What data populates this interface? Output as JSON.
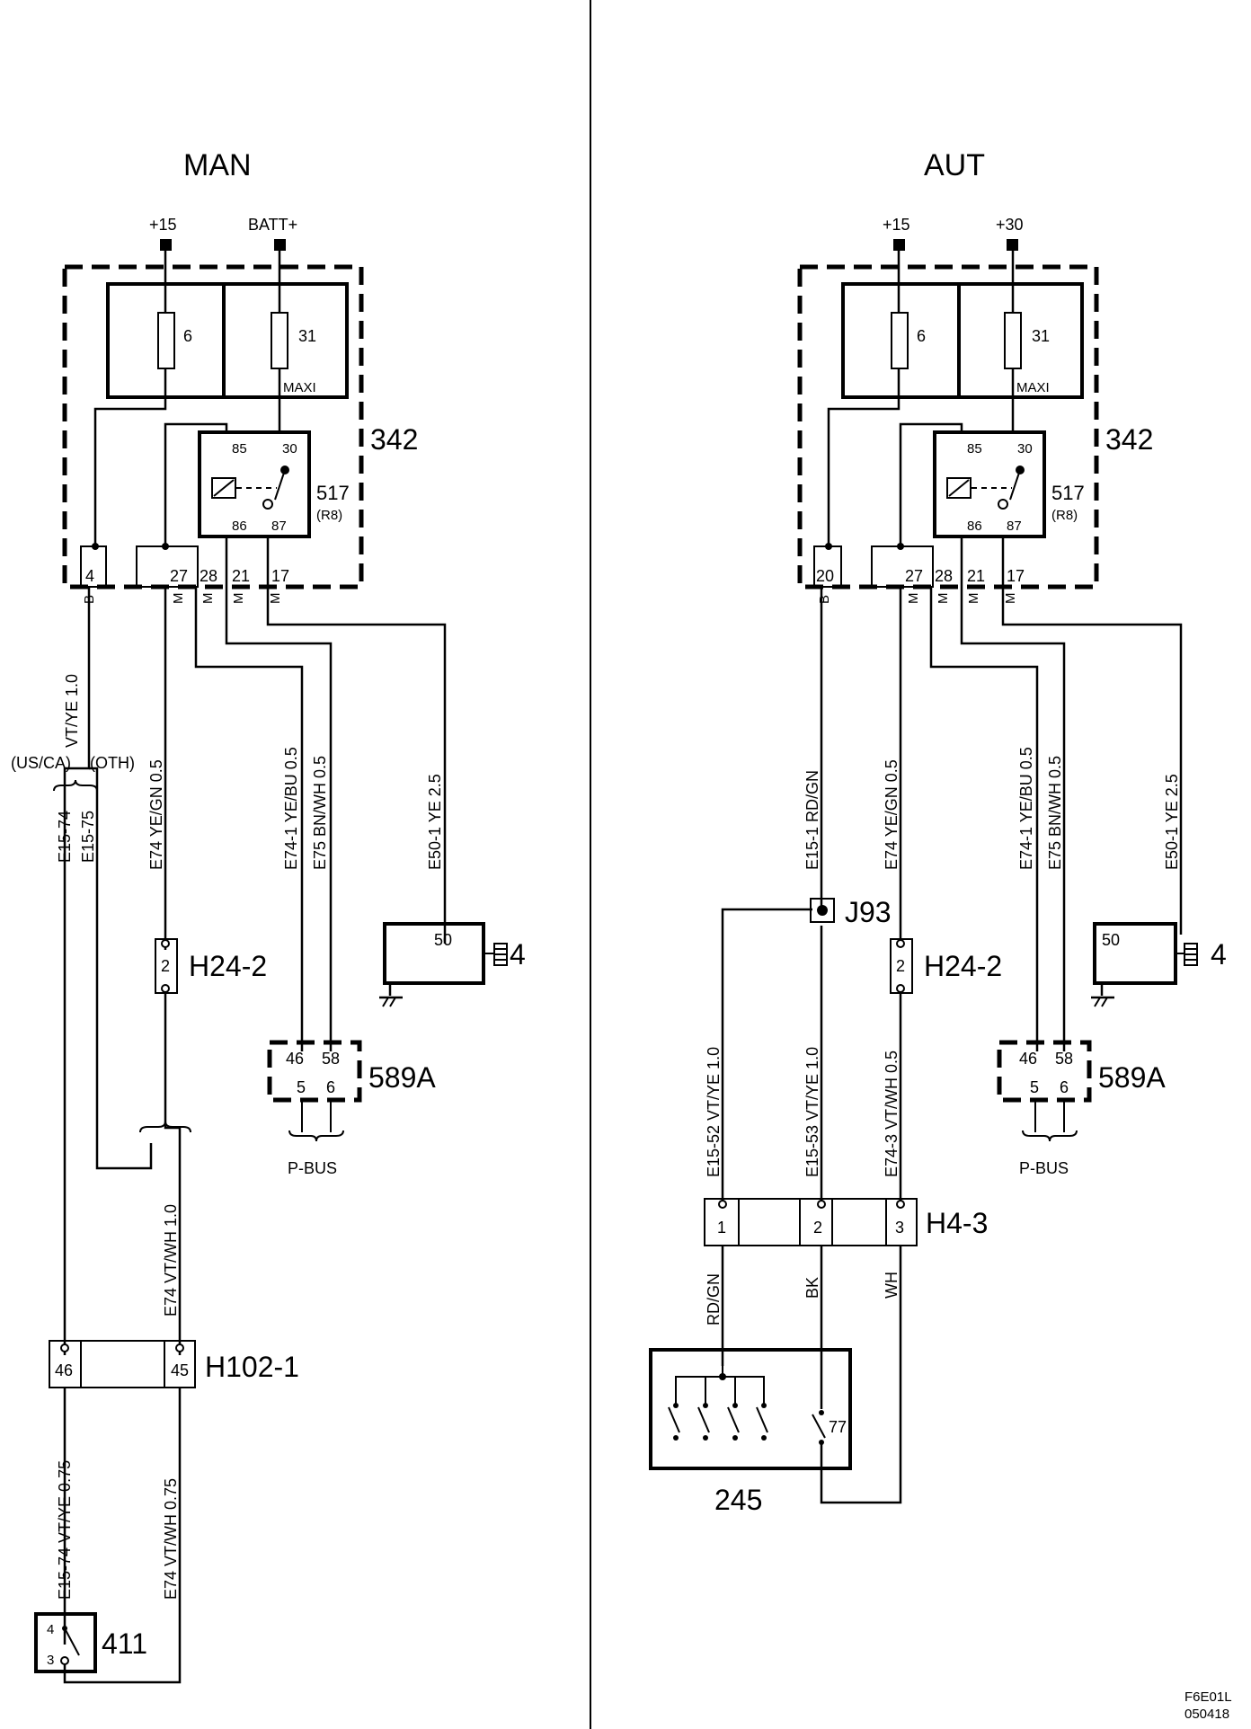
{
  "man": {
    "title": "MAN",
    "supply_plus15": "+15",
    "supply_batt": "BATT+",
    "unit_342": "342",
    "fuse_6": "6",
    "fuse_31": "31",
    "fuse_maxi": "MAXI",
    "relay_517": "517",
    "relay_r8": "(R8)",
    "relay_85": "85",
    "relay_30": "30",
    "relay_86": "86",
    "relay_87": "87",
    "pin_4": "4",
    "pin_27": "27",
    "pin_28": "28",
    "pin_21": "21",
    "pin_17": "17",
    "conn_b": "B",
    "conn_m": "M",
    "wire_vtye": "VT/YE  1.0",
    "variant_usca": "(US/CA)",
    "variant_oth": "(OTH)",
    "wire_e1574": "E15-74",
    "wire_e1575": "E15-75",
    "wire_e74_yegn": "E74  YE/GN  0.5",
    "wire_e741": "E74-1  YE/BU  0.5",
    "wire_e75": "E75  BN/WH  0.5",
    "wire_e501": "E50-1  YE  2.5",
    "h242_label": "H24-2",
    "h242_pin": "2",
    "comp_4_pin": "50",
    "comp_4_label": "4",
    "c589a_label": "589A",
    "c589a_46": "46",
    "c589a_58": "58",
    "c589a_5": "5",
    "c589a_6": "6",
    "pbus": "P-BUS",
    "wire_e74_vtwh": "E74 VT/WH  1.0",
    "h1021_label": "H102-1",
    "h1021_46": "46",
    "h1021_45": "45",
    "wire_e1574_vtye": "E15-74  VT/YE  0.75",
    "wire_e74_vtwh075": "E74  VT/WH  0.75",
    "sw411_label": "411",
    "sw411_4": "4",
    "sw411_3": "3"
  },
  "aut": {
    "title": "AUT",
    "supply_plus15": "+15",
    "supply_plus30": "+30",
    "unit_342": "342",
    "fuse_6": "6",
    "fuse_31": "31",
    "fuse_maxi": "MAXI",
    "relay_517": "517",
    "relay_r8": "(R8)",
    "relay_85": "85",
    "relay_30": "30",
    "relay_86": "86",
    "relay_87": "87",
    "pin_20": "20",
    "pin_27": "27",
    "pin_28": "28",
    "pin_21": "21",
    "pin_17": "17",
    "conn_b": "B",
    "conn_m": "M",
    "wire_e151": "E15-1  RD/GN",
    "wire_e74_yegn": "E74  YE/GN  0.5",
    "wire_e741": "E74-1  YE/BU  0.5",
    "wire_e75": "E75  BN/WH  0.5",
    "wire_e501": "E50-1  YE  2.5",
    "j93_label": "J93",
    "h242_label": "H24-2",
    "h242_pin": "2",
    "comp_4_pin": "50",
    "comp_4_label": "4",
    "c589a_label": "589A",
    "c589a_46": "46",
    "c589a_58": "58",
    "c589a_5": "5",
    "c589a_6": "6",
    "pbus": "P-BUS",
    "wire_e1552": "E15-52  VT/YE  1.0",
    "wire_e1553": "E15-53  VT/YE  1.0",
    "wire_e743": "E74-3  VT/WH  0.5",
    "h43_label": "H4-3",
    "h43_1": "1",
    "h43_2": "2",
    "h43_3": "3",
    "wire_rdgn": "RD/GN",
    "wire_bk": "BK",
    "wire_wh": "WH",
    "sw245_label": "245",
    "sw245_77": "77"
  },
  "footer": {
    "code": "F6E01L",
    "date": "050418"
  }
}
